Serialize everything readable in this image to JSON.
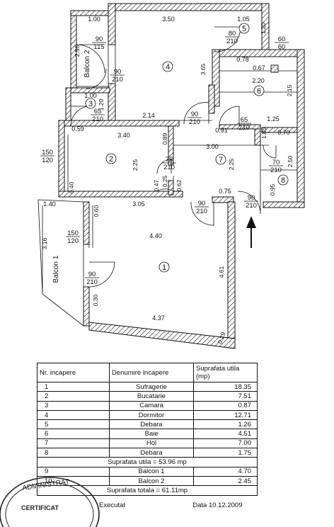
{
  "plan": {
    "rooms": [
      {
        "no": "1"
      },
      {
        "no": "2"
      },
      {
        "no": "3"
      },
      {
        "no": "4"
      },
      {
        "no": "5"
      },
      {
        "no": "6"
      },
      {
        "no": "7"
      },
      {
        "no": "8"
      }
    ],
    "balconies": [
      "Balcon 2",
      "Balcon 1"
    ],
    "dims": {
      "d1_00a": "1.00",
      "d3_50": "3.50",
      "d1_05": "1.05",
      "d60_60": "60\n60",
      "d90_115": "90\n115",
      "d2_55": "2.55",
      "d80_210": "80\n210",
      "d0_78": "0.78",
      "d0_67": "0.67",
      "d2_20": "2.20",
      "d2_15": "2.15",
      "d3_65": "3.65",
      "d90_210a": "90\n210",
      "d1_00b": "1.00",
      "d65_210a": "65\n210",
      "d1_20a": "1.20",
      "d2_14": "2.14",
      "d90_210b": "90\n210",
      "d0_91": "0.91",
      "d65_210b": "65\n210",
      "d1_25": "1.25",
      "d0_59": "0.59",
      "d3_40": "3.40",
      "d0_89": "0.89",
      "d3_00": "3.00",
      "d1_85": "1.85",
      "d0_70": "0.70",
      "d1_20b": "1.20",
      "d150_120a": "150\n120",
      "d2_25a": "2.25",
      "d75_210": "75\n210",
      "d2_25b": "2.25",
      "d70_210": "70\n210",
      "d2_50": "2.50",
      "d0_40": "0.40",
      "d0_47": "0.47",
      "d0_25": "0.25",
      "d0_62": "0.62",
      "d0_75": "0.75",
      "d0_95": "0.95",
      "d90_210c": "90\n210",
      "d90_210d": "90\n210",
      "d1_40": "1.40",
      "d0_60": "0.60",
      "d3_05": "3.05",
      "d150_120b": "150\n120",
      "d3_16": "3.16",
      "d4_40": "4.40",
      "d4_61": "4.61",
      "d90_210e": "90\n210",
      "d0_30": "0.30",
      "d4_37": "4.37",
      "d0_29": "0.29"
    }
  },
  "table": {
    "headers": [
      "Nr. incapere",
      "Denumire incapere",
      "Suprafata utila (mp)"
    ],
    "rows": [
      {
        "nr": "1",
        "name": "Sufragerie",
        "area": "18.35"
      },
      {
        "nr": "2",
        "name": "Bucatarie",
        "area": "7.51"
      },
      {
        "nr": "3",
        "name": "Camara",
        "area": "0.87"
      },
      {
        "nr": "4",
        "name": "Dormitor",
        "area": "12.71"
      },
      {
        "nr": "5",
        "name": "Debara",
        "area": "1.26"
      },
      {
        "nr": "6",
        "name": "Baie",
        "area": "4.51"
      },
      {
        "nr": "7",
        "name": "Hol",
        "area": "7.00"
      },
      {
        "nr": "8",
        "name": "Debara",
        "area": "1.75"
      }
    ],
    "subtotal": "Suprafata utila = 53.96 mp",
    "balcony_rows": [
      {
        "nr": "9",
        "name": "Balcon 1",
        "area": "4.70"
      },
      {
        "nr": "10",
        "name": "Balcon 2",
        "area": "2.45"
      }
    ],
    "total": "Suprafata totala = 61.11mp"
  },
  "stamp": {
    "line1": "ADMINISTRAT",
    "line2": "CERTIFICAT"
  },
  "footer": {
    "executed": "Executat",
    "date": "Data 10.12.2009"
  }
}
